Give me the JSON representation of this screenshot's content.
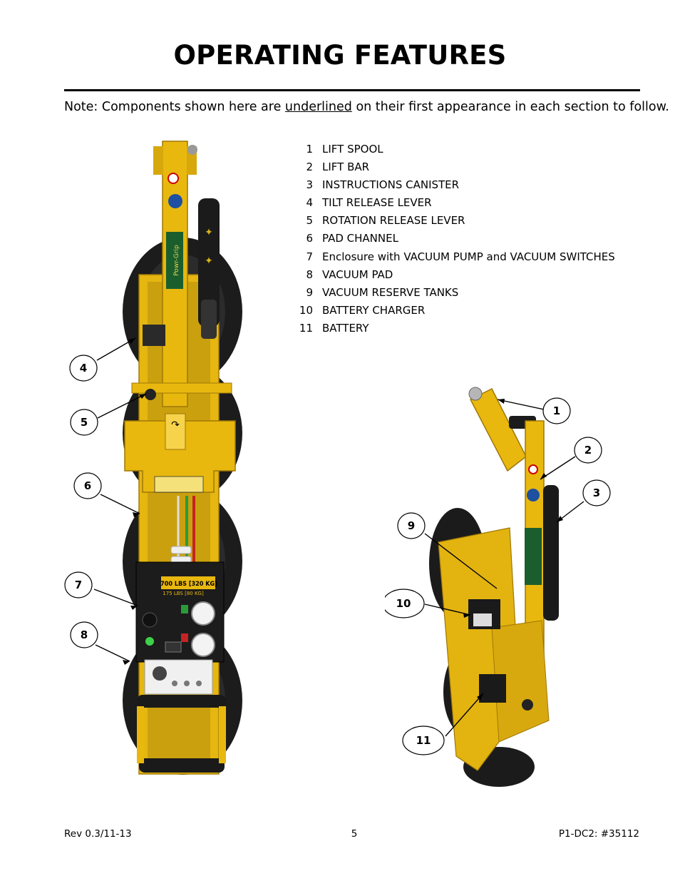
{
  "page": {
    "title": "OPERATING FEATURES",
    "note": {
      "prefix": "Note:  Components shown here are ",
      "underlined": "underlined",
      "suffix": " on their first appearance in each section to follow."
    }
  },
  "parts": [
    {
      "num": "1",
      "label": "LIFT SPOOL"
    },
    {
      "num": "2",
      "label": "LIFT BAR"
    },
    {
      "num": "3",
      "label": "INSTRUCTIONS CANISTER"
    },
    {
      "num": "4",
      "label": "TILT RELEASE LEVER"
    },
    {
      "num": "5",
      "label": "ROTATION RELEASE LEVER"
    },
    {
      "num": "6",
      "label": "PAD CHANNEL"
    },
    {
      "num": "7",
      "label": "Enclosure with VACUUM PUMP  and VACUUM SWITCHES"
    },
    {
      "num": "8",
      "label": "VACUUM PAD"
    },
    {
      "num": "9",
      "label": "VACUUM RESERVE TANKS"
    },
    {
      "num": "10",
      "label": "BATTERY CHARGER"
    },
    {
      "num": "11",
      "label": "BATTERY"
    }
  ],
  "callouts": {
    "front": [
      "4",
      "5",
      "6",
      "7",
      "8"
    ],
    "side": [
      "1",
      "2",
      "3",
      "9",
      "10",
      "11"
    ]
  },
  "panel": {
    "capacity": "700 LBS [320 KG]",
    "capacity2": "175 LBS [80 KG]"
  },
  "footer": {
    "left": "Rev 0.3/11-13",
    "center": "5",
    "right": "P1-DC2: #35112"
  },
  "colors": {
    "frame_yellow": "#e8b80f",
    "frame_shadow": "#b88a08",
    "pad_black": "#1a1a1a",
    "callout_stroke": "#000000"
  }
}
